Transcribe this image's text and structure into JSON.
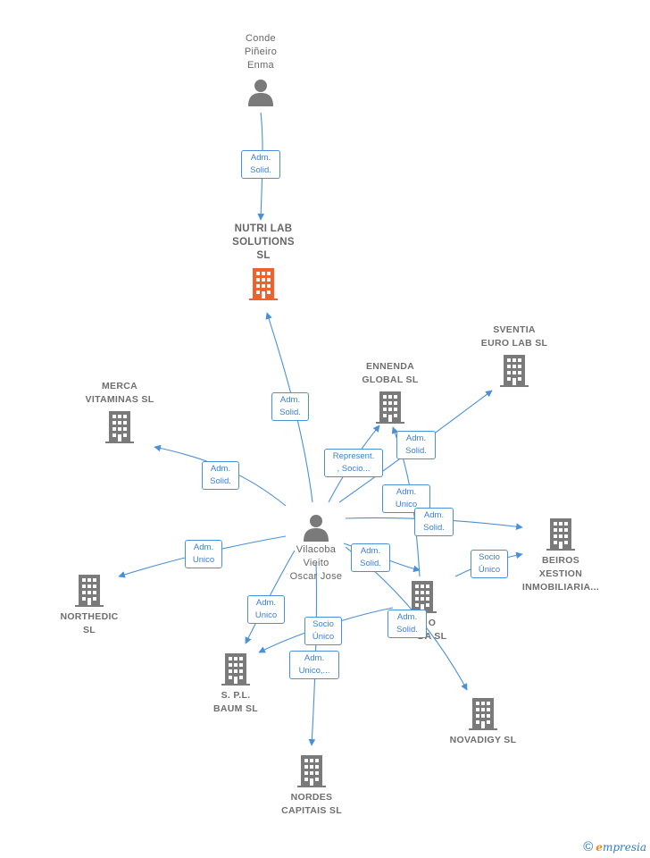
{
  "nodes": {
    "conde": {
      "label": [
        "Conde",
        "Piñeiro",
        "Enma"
      ],
      "type": "person"
    },
    "nutri": {
      "label": [
        "NUTRI LAB",
        "SOLUTIONS",
        "SL"
      ],
      "type": "focus-company"
    },
    "sventia": {
      "label": [
        "SVENTIA",
        "EURO LAB  SL"
      ],
      "type": "company"
    },
    "ennenda": {
      "label": [
        "ENNENDA",
        "GLOBAL  SL"
      ],
      "type": "company"
    },
    "merca": {
      "label": [
        "MERCA",
        "VITAMINAS  SL"
      ],
      "type": "company"
    },
    "vilacoba": {
      "label": [
        "Vilacoba",
        "Vieito",
        "Oscar Jose"
      ],
      "type": "person"
    },
    "beiros": {
      "label": [
        "BEIROS",
        "XESTION",
        "INMOBILIARIA..."
      ],
      "type": "company"
    },
    "northedic": {
      "label": [
        "NORTHEDIC",
        "SL"
      ],
      "type": "company"
    },
    "hidden": {
      "label": [
        "O",
        "DA  SL"
      ],
      "type": "company"
    },
    "spl": {
      "label": [
        "S. P.L.",
        "BAUM  SL"
      ],
      "type": "company"
    },
    "novadigy": {
      "label": [
        "NOVADIGY  SL"
      ],
      "type": "company"
    },
    "nordes": {
      "label": [
        "NORDES",
        "CAPITAIS  SL"
      ],
      "type": "company"
    }
  },
  "edge_labels": {
    "conde_nutri": [
      "Adm.",
      "Solid."
    ],
    "vil_nutri": [
      "Adm.",
      "Solid."
    ],
    "vil_merca": [
      "Adm.",
      "Solid."
    ],
    "vil_ennenda": [
      "Represent.",
      ", Socio..."
    ],
    "vil_sventia": [
      "Adm.",
      "Solid."
    ],
    "vil_ennenda2": [
      "Adm.",
      "Unico"
    ],
    "vil_beiros": [
      "Adm.",
      "Solid."
    ],
    "vil_northedic": [
      "Adm.",
      "Unico"
    ],
    "vil_hidden": [
      "Adm.",
      "Solid."
    ],
    "hidden_beiros": [
      "Socio",
      "Único"
    ],
    "vil_spl": [
      "Adm.",
      "Unico"
    ],
    "hidden_spl": [
      "Socio",
      "Único"
    ],
    "hidden_novadigy": [
      "Adm.",
      "Solid."
    ],
    "vil_nordes": [
      "Adm.",
      "Unico,..."
    ]
  },
  "colors": {
    "edge": "#4a90d9",
    "node_gray": "#7a7a7a",
    "focus": "#f0622c"
  },
  "footer": {
    "copyright": "©",
    "brand_e": "e",
    "brand_rest": "mpresia"
  }
}
